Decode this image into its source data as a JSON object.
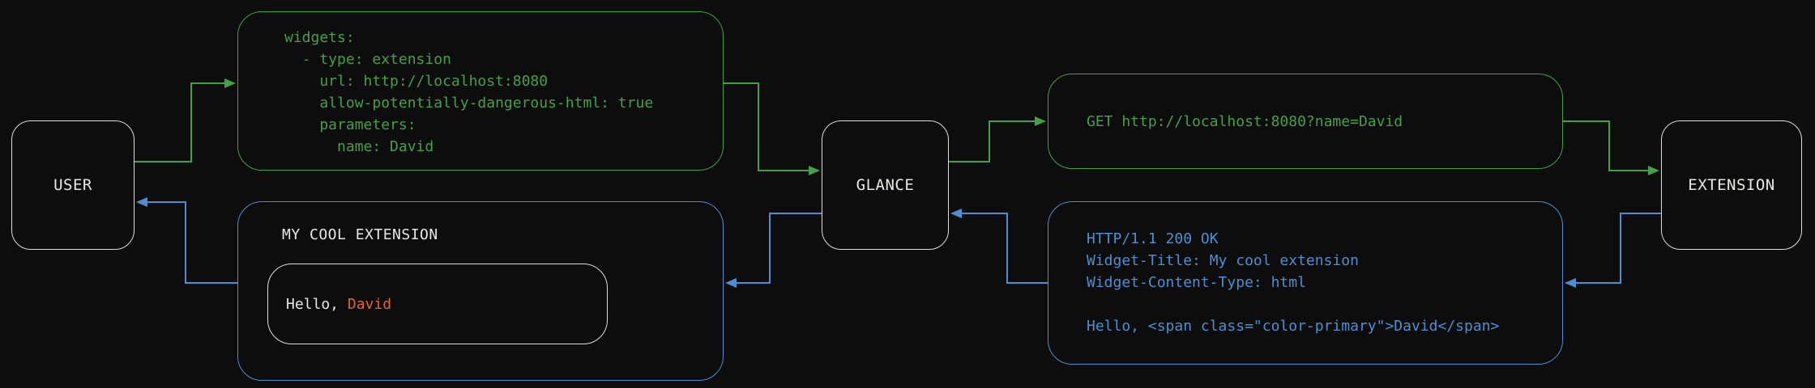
{
  "colors": {
    "background": "#0c0d0c",
    "green": "#43a047",
    "blue": "#4d8ed3",
    "white": "#e8e8e6",
    "orange": "#e8632c"
  },
  "nodes": {
    "user": {
      "label": "USER"
    },
    "glance": {
      "label": "GLANCE"
    },
    "extension": {
      "label": "EXTENSION"
    }
  },
  "config_box": {
    "lines": [
      "widgets:",
      "  - type: extension",
      "    url: http://localhost:8080",
      "    allow-potentially-dangerous-html: true",
      "    parameters:",
      "      name: David"
    ]
  },
  "request_box": {
    "text": "GET http://localhost:8080?name=David"
  },
  "response_box": {
    "lines": [
      "HTTP/1.1 200 OK",
      "Widget-Title: My cool extension",
      "Widget-Content-Type: html",
      "",
      "Hello, <span class=\"color-primary\">David</span>"
    ]
  },
  "widget_box": {
    "title": "MY COOL EXTENSION",
    "greeting_prefix": "Hello, ",
    "greeting_name": "David"
  }
}
